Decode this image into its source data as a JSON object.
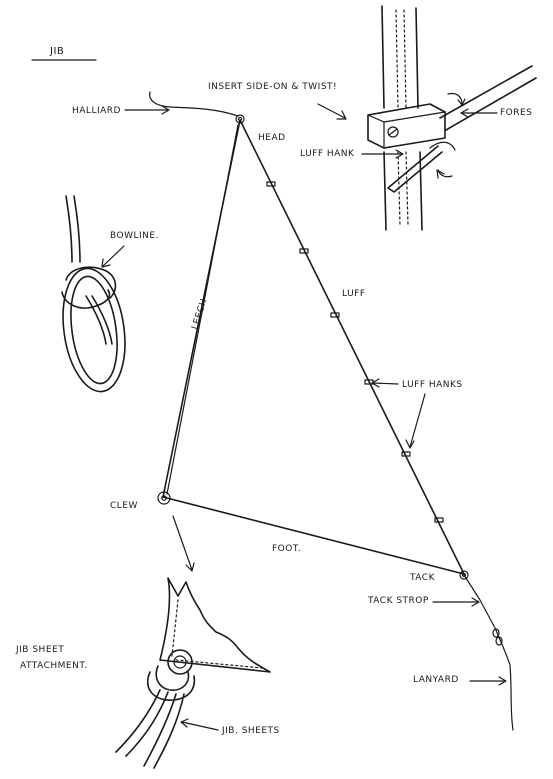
{
  "title": "JIB",
  "labels": {
    "halliard": "HALLIARD",
    "head": "HEAD",
    "insert": "INSERT SIDE-ON & TWIST!",
    "forestay": "FORES",
    "luff_hank_detail": "LUFF HANK",
    "bowline": "BOWLINE.",
    "leech": "LEECH",
    "luff": "LUFF",
    "luff_hanks": "LUFF HANKS",
    "clew": "CLEW",
    "foot": "FOOT.",
    "tack": "TACK",
    "tack_strop": "TACK STROP",
    "lanyard": "LANYARD",
    "jib_sheet_attachment_1": "JIB SHEET",
    "jib_sheet_attachment_2": "ATTACHMENT.",
    "jib_sheets": "JIB. SHEETS"
  }
}
